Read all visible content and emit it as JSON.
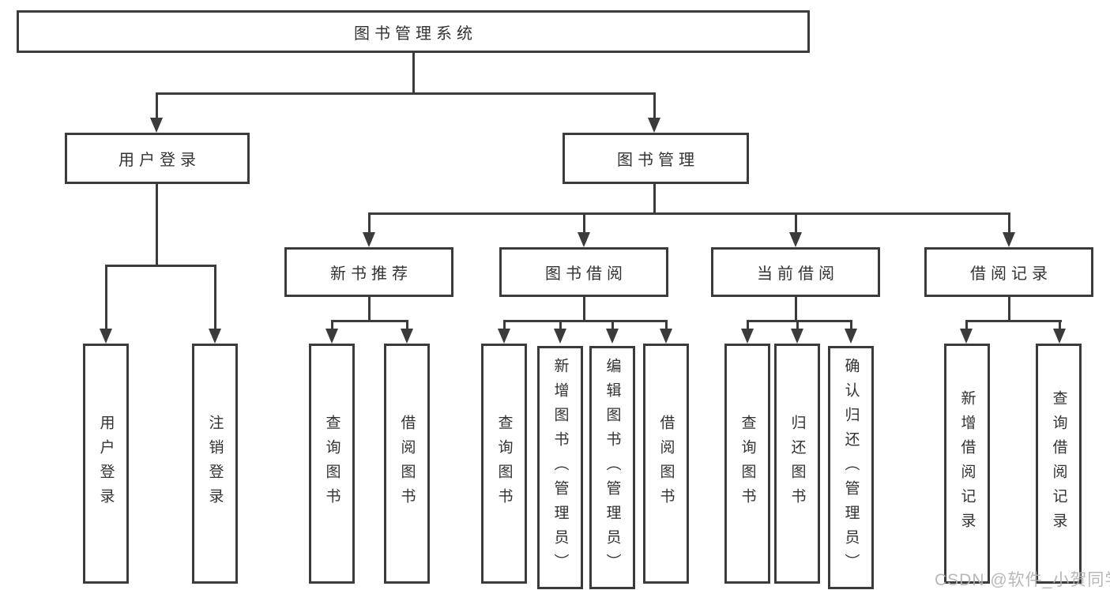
{
  "diagram_type": "hierarchy-tree",
  "colors": {
    "line": "#3b3b3b",
    "box_border": "#3b3b3b",
    "text": "#333333",
    "background": "#ffffff",
    "watermark": "#b2b2b2"
  },
  "tree": {
    "root": {
      "label": "图书管理系统"
    },
    "branches": [
      {
        "label": "用户登录",
        "children": [
          {
            "label": "用户登录"
          },
          {
            "label": "注销登录"
          }
        ]
      },
      {
        "label": "图书管理",
        "children": [
          {
            "label": "新书推荐",
            "children": [
              {
                "label": "查询图书"
              },
              {
                "label": "借阅图书"
              }
            ]
          },
          {
            "label": "图书借阅",
            "children": [
              {
                "label": "查询图书"
              },
              {
                "label": "新增图书（管理员）"
              },
              {
                "label": "编辑图书（管理员）"
              },
              {
                "label": "借阅图书"
              }
            ]
          },
          {
            "label": "当前借阅",
            "children": [
              {
                "label": "查询图书"
              },
              {
                "label": "归还图书"
              },
              {
                "label": "确认归还（管理员）"
              }
            ]
          },
          {
            "label": "借阅记录",
            "children": [
              {
                "label": "新增借阅记录"
              },
              {
                "label": "查询借阅记录"
              }
            ]
          }
        ]
      }
    ]
  },
  "watermark": "CSDN @软件_小贺同学"
}
